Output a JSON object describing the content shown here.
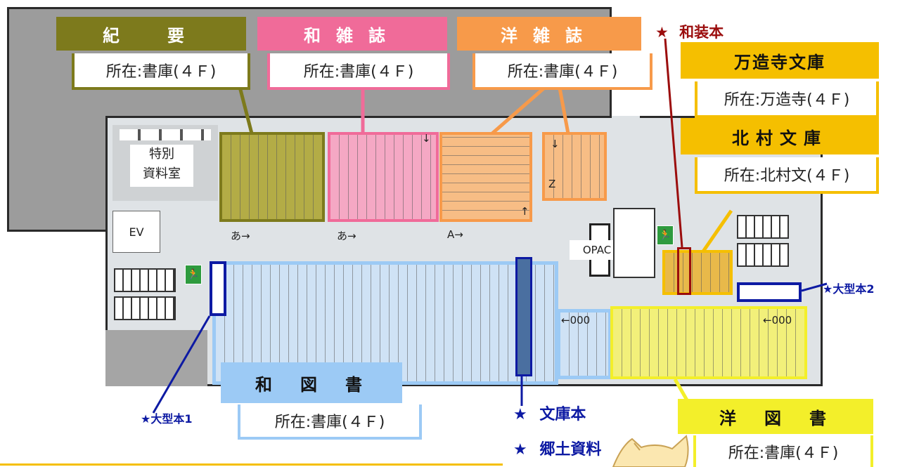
{
  "rooms": {
    "special_collection": "特別\n資料室",
    "elevator": "EV",
    "opac": "OPAC"
  },
  "sections": {
    "kiyo": {
      "title": "紀　要",
      "location": "所在:書庫(４Ｆ)"
    },
    "wa_zasshi": {
      "title": "和雑誌",
      "location": "所在:書庫(４Ｆ)"
    },
    "yo_zasshi": {
      "title": "洋雑誌",
      "location": "所在:書庫(４Ｆ)"
    },
    "manzoji": {
      "title": "万造寺文庫",
      "location": "所在:万造寺(４Ｆ)"
    },
    "kitamura": {
      "title": "北村文庫",
      "location": "所在:北村文(４Ｆ)"
    },
    "wa_tosho": {
      "title": "和　図　書",
      "location": "所在:書庫(４Ｆ)"
    },
    "yo_tosho": {
      "title": "洋　図　書",
      "location": "所在:書庫(４Ｆ)"
    }
  },
  "markers": {
    "wasobon": "和装本",
    "ogata1": "★大型本1",
    "ogata2": "★大型本2",
    "bunkobon": "文庫本",
    "kyodo": "郷土資料"
  },
  "aisle_labels": {
    "a1": "あ→",
    "a2": "あ→",
    "A": "A→",
    "z": "Z",
    "down1": "↓",
    "down2": "↓",
    "up1": "↑",
    "num1": "←000",
    "num2": "←000"
  },
  "colors": {
    "kiyo": "#7d7a1c",
    "wa_zasshi": "#f06b99",
    "yo_zasshi": "#f79a4a",
    "bunko": "#f5bf00",
    "wa_tosho": "#9ccaf5",
    "yo_tosho": "#f3ef2a",
    "wasobon_marker": "#9b0d0d",
    "blue_marker": "#0d1aa3"
  }
}
